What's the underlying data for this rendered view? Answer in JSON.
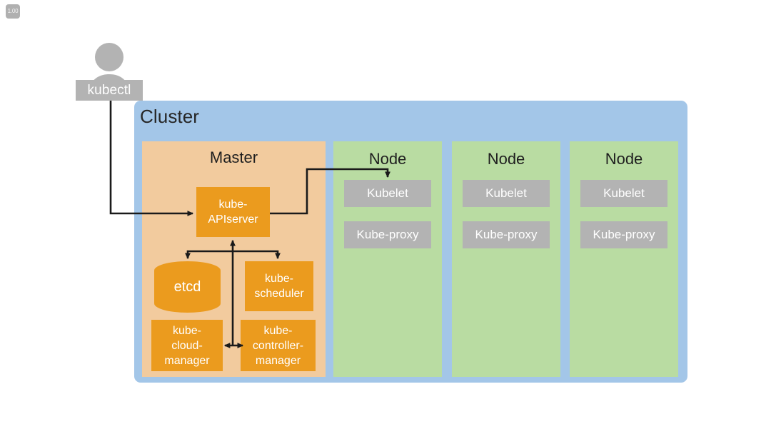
{
  "badge": {
    "label": "1.00"
  },
  "actor": {
    "icon": "user-icon",
    "label": "kubectl"
  },
  "cluster": {
    "title": "Cluster",
    "bg_color": "#a3c6e8"
  },
  "master": {
    "title": "Master",
    "bg_color": "#f2cb9e",
    "component_color": "#eb9b1e",
    "components": [
      {
        "name": "apiserver",
        "label": "kube-\nAPIserver"
      },
      {
        "name": "etcd",
        "label": "etcd"
      },
      {
        "name": "scheduler",
        "label": "kube-\nscheduler"
      },
      {
        "name": "cloud-manager",
        "label": "kube-\ncloud-\nmanager"
      },
      {
        "name": "controller-manager",
        "label": "kube-\ncontroller-\nmanager"
      }
    ]
  },
  "nodes": {
    "bg_color": "#b9dca2",
    "component_color": "#b3b3b3",
    "items": [
      {
        "title": "Node",
        "kubelet": "Kubelet",
        "kube_proxy": "Kube-proxy"
      },
      {
        "title": "Node",
        "kubelet": "Kubelet",
        "kube_proxy": "Kube-proxy"
      },
      {
        "title": "Node",
        "kubelet": "Kubelet",
        "kube_proxy": "Kube-proxy"
      }
    ]
  },
  "connections": [
    {
      "from": "kubectl",
      "to": "kube-APIserver",
      "style": "arrow"
    },
    {
      "from": "kube-APIserver",
      "to": "Kubelet",
      "style": "arrow"
    },
    {
      "from": "kube-APIserver",
      "to": "etcd",
      "style": "arrow"
    },
    {
      "from": "kube-APIserver",
      "to": "kube-scheduler",
      "style": "arrow"
    },
    {
      "from": "kube-APIserver",
      "to": "kube-controller-manager",
      "style": "double-arrow"
    },
    {
      "from": "kube-cloud-manager",
      "to": "kube-controller-manager",
      "style": "double-arrow"
    }
  ]
}
